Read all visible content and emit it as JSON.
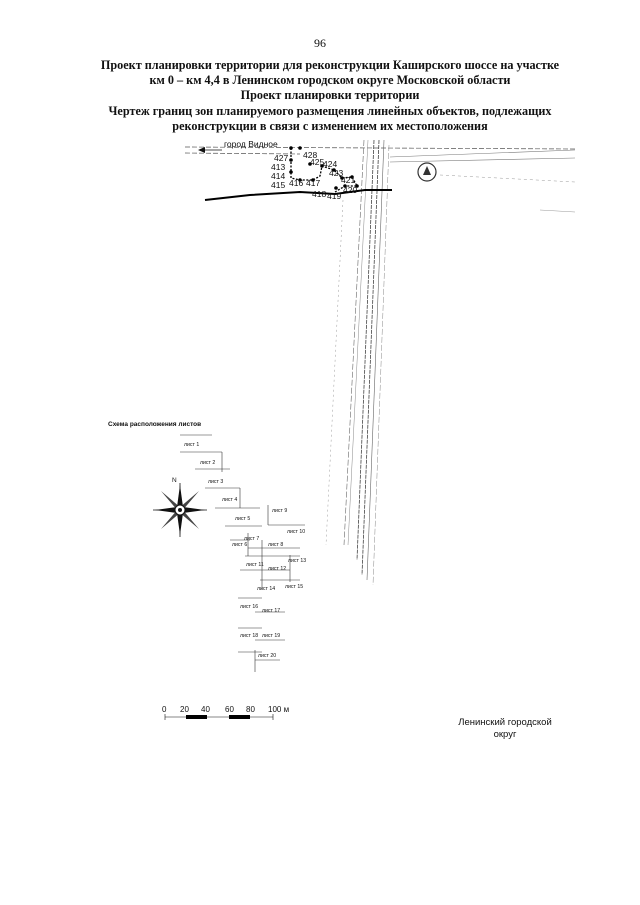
{
  "page_number": "96",
  "title_lines": [
    "Проект планировки территории для реконструкции Каширского шоссе на участке",
    "км 0 – км 4,4 в Ленинском городском округе Московской области",
    "Проект планировки территории",
    "Чертеж границ зон планируемого размещения линейных объектов, подлежащих",
    "реконструкции в связи с изменением их местоположения"
  ],
  "map": {
    "city_label": "город Видное",
    "point_labels": [
      "427",
      "428",
      "413",
      "425",
      "424",
      "414",
      "423",
      "415",
      "416",
      "417",
      "421",
      "418",
      "419",
      "420"
    ]
  },
  "sheet_scheme": {
    "title": "Схема расположения листов",
    "north_label": "N",
    "sheets": [
      "лист 1",
      "лист 2",
      "лист 3",
      "лист 4",
      "лист 5",
      "лист 9",
      "лист 10",
      "лист 7",
      "лист 6",
      "лист 8",
      "лист 11",
      "лист 12",
      "лист 13",
      "лист 15",
      "лист 14",
      "лист 16",
      "лист 17",
      "лист 18",
      "лист 19",
      "лист 20"
    ]
  },
  "scale_bar": {
    "ticks": [
      "0",
      "20",
      "40",
      "60",
      "80",
      "100 м"
    ]
  },
  "district_label": [
    "Ленинский городской",
    "округ"
  ]
}
